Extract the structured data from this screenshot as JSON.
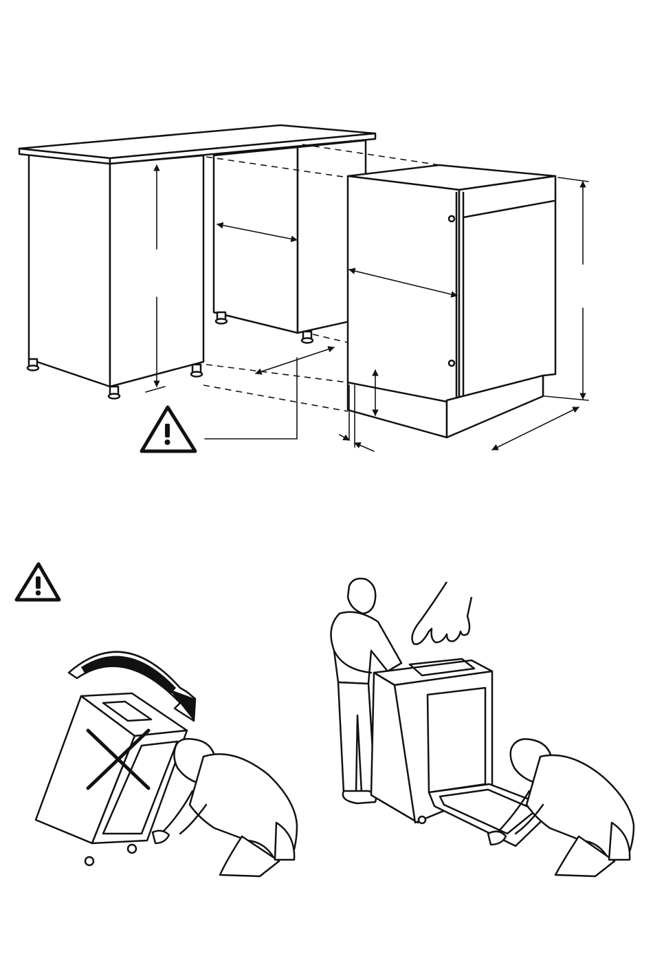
{
  "figure": {
    "installation_diagram": {
      "objects": [
        "kitchen-cabinet-left",
        "kitchen-cabinet-right",
        "countertop",
        "dishwasher"
      ],
      "warning_icon": "warning-triangle-icon"
    },
    "handling_instructions": {
      "warning_icon": "warning-triangle-icon",
      "incorrect_panel": {
        "icon": "cross-mark-icon",
        "action_icon": "tilt-arrow-icon"
      },
      "correct_panel": {
        "icon": "pointing-hand-icon",
        "people_count": 2
      }
    }
  },
  "colors": {
    "line": "#111111",
    "background": "#ffffff"
  }
}
